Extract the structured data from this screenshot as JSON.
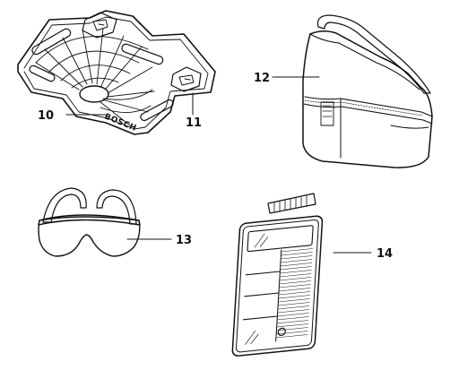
{
  "figure": {
    "callouts": [
      {
        "id": "10",
        "label": "10"
      },
      {
        "id": "11",
        "label": "11"
      },
      {
        "id": "12",
        "label": "12"
      },
      {
        "id": "13",
        "label": "13"
      },
      {
        "id": "14",
        "label": "14"
      }
    ],
    "brand_marking": "BOSCH",
    "colors": {
      "ink": "#111111",
      "glasses_frame": "#6d6d6d",
      "glasses_lens": "#202020",
      "bag_strap": "#8a8a8a",
      "paper": "#ffffff"
    }
  }
}
